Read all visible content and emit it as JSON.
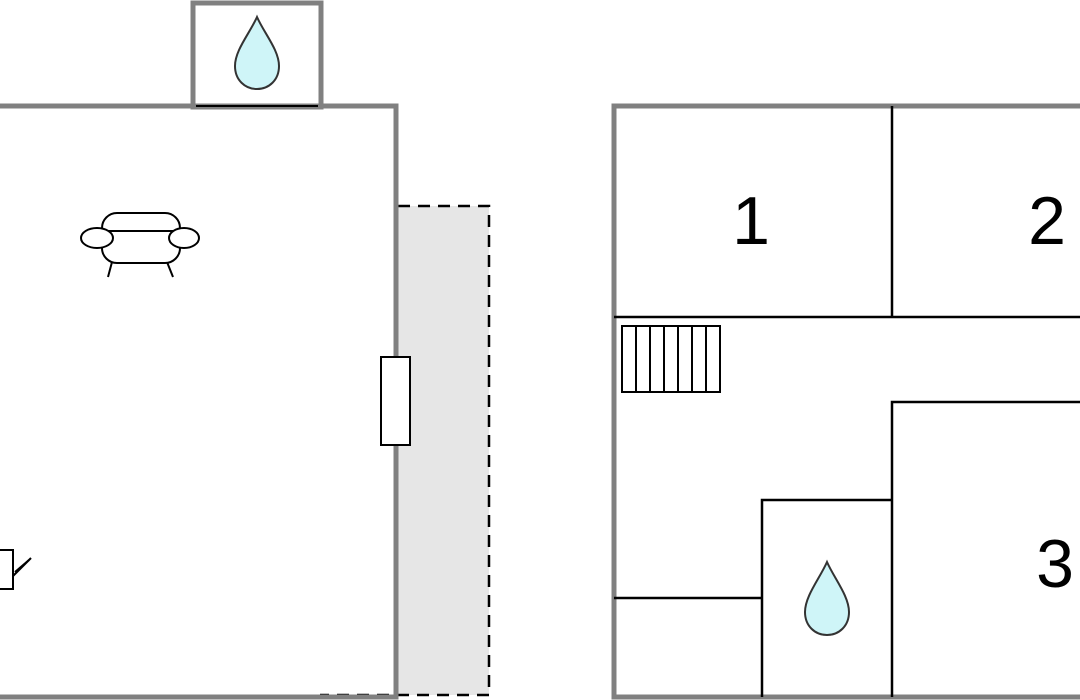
{
  "floorplan": {
    "rooms": [
      {
        "label": "1"
      },
      {
        "label": "2"
      },
      {
        "label": "3"
      }
    ],
    "icons": [
      "water-drop-icon",
      "armchair-icon",
      "stairs-icon",
      "door-icon",
      "kettle-icon"
    ],
    "colors": {
      "wall": "#808080",
      "line": "#000000",
      "terrace": "#e6e6e6",
      "water": "#cff5f8"
    }
  }
}
